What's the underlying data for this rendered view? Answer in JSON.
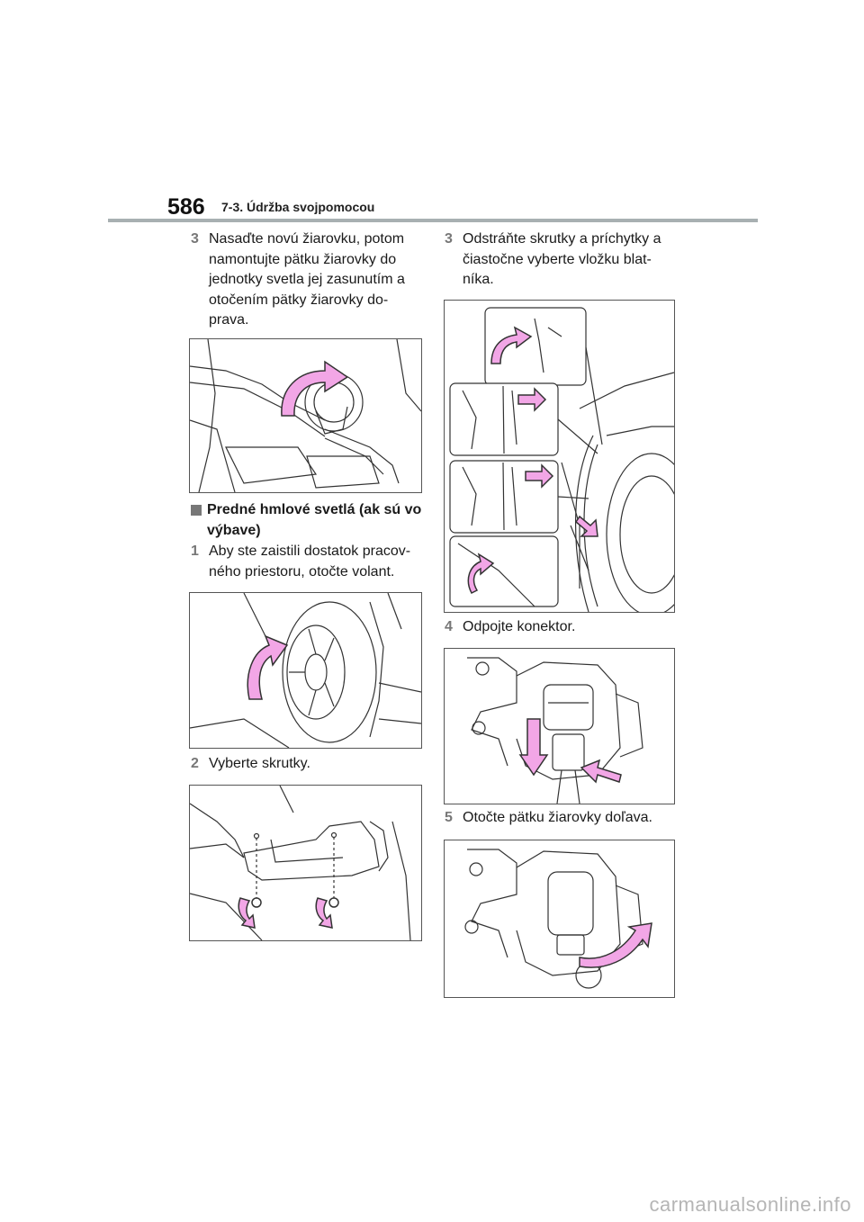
{
  "header": {
    "page_number": "586",
    "section": "7-3. Údržba svojpomocou"
  },
  "left_column": {
    "step3": {
      "num": "3",
      "text": "Nasaďte novú žiarovku, potom namontujte pätku žiarovky do jednotky svetla jej zasunutím a otočením pätky žiarovky do-prava."
    },
    "heading": "Predné hmlové svetlá (ak sú vo výbave)",
    "step1": {
      "num": "1",
      "text": "Aby ste zaistili dostatok pracov-ného priestoru, otočte volant."
    },
    "step2": {
      "num": "2",
      "text": "Vyberte skrutky."
    }
  },
  "right_column": {
    "step3": {
      "num": "3",
      "text": "Odstráňte skrutky a príchytky a čiastočne vyberte vložku blat-níka."
    },
    "step4": {
      "num": "4",
      "text": "Odpojte konektor."
    },
    "step5": {
      "num": "5",
      "text": "Otočte pätku žiarovky doľava."
    }
  },
  "footer": {
    "watermark": "carmanualsonline.info"
  },
  "colors": {
    "arrow_fill": "#f2a6e6",
    "arrow_stroke": "#333333",
    "rule": "#a8b0b2",
    "step_number": "#777777"
  }
}
